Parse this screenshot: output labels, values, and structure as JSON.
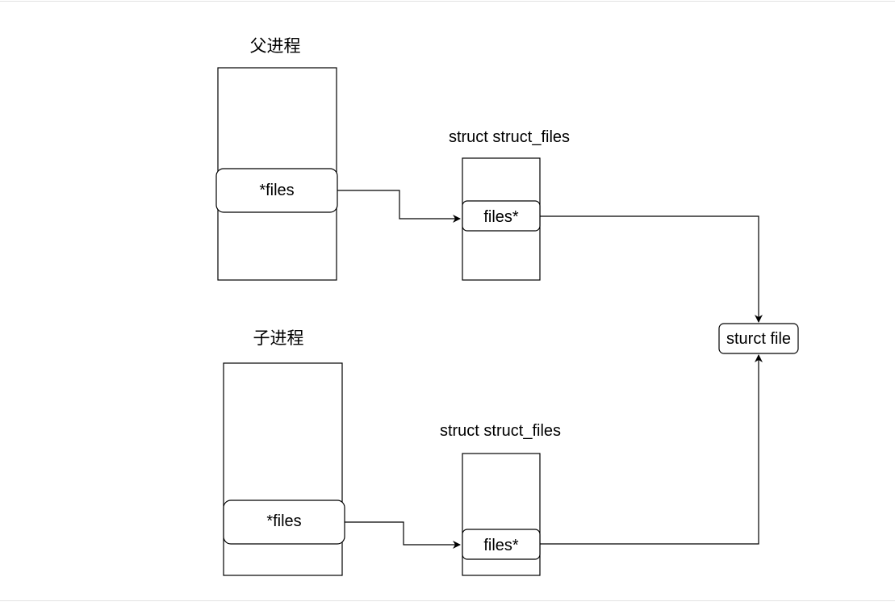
{
  "diagram": {
    "parent": {
      "title": "父进程",
      "field": "*files"
    },
    "child": {
      "title": "子进程",
      "field": "*files"
    },
    "parent_files_struct": {
      "title": "struct struct_files",
      "field": "files*"
    },
    "child_files_struct": {
      "title": "struct struct_files",
      "field": "files*"
    },
    "target": {
      "label": "sturct file"
    }
  },
  "colors": {
    "stroke": "#000000",
    "background": "#ffffff",
    "frame": "#e2e2e2"
  }
}
